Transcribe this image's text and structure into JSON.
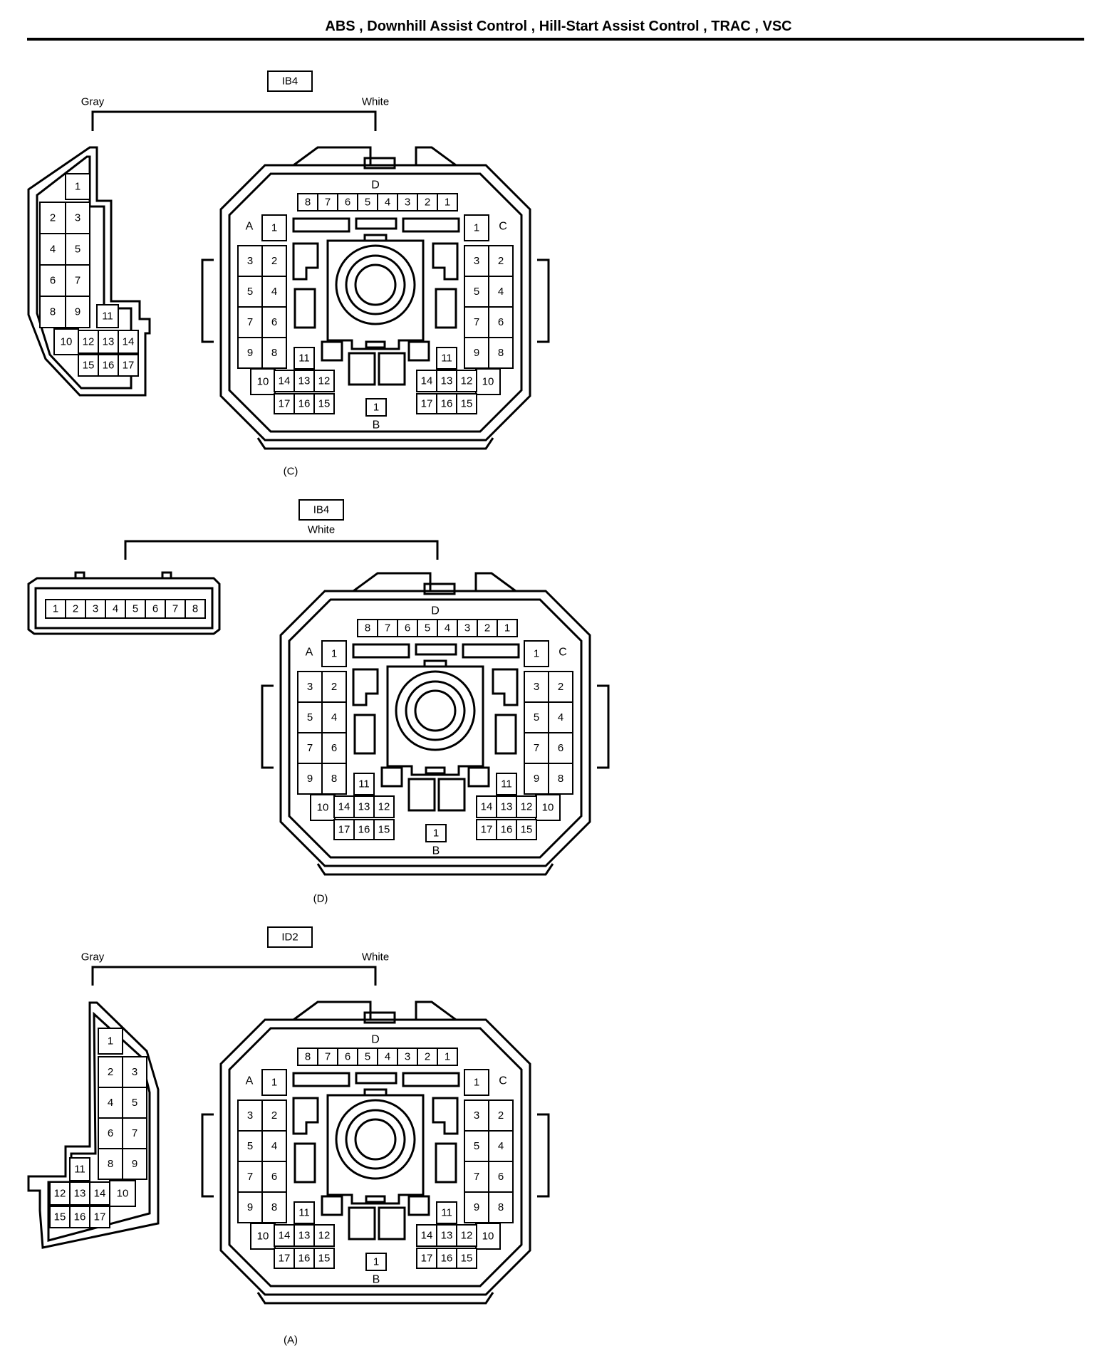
{
  "title": "ABS , Downhill Assist Control , Hill-Start Assist Control , TRAC , VSC",
  "connectors": [
    {
      "id": "C",
      "code": "IB4",
      "left_color": "Gray",
      "right_color": "White",
      "caption": "(C)",
      "mini": "left"
    },
    {
      "id": "D",
      "code": "IB4",
      "right_color": "White",
      "caption": "(D)",
      "mini": "strip"
    },
    {
      "id": "A",
      "code": "ID2",
      "left_color": "Gray",
      "right_color": "White",
      "caption": "(A)",
      "mini": "right"
    }
  ],
  "block_labels": {
    "a": "A",
    "b": "B",
    "c": "C",
    "d": "D"
  },
  "pins": {
    "d_row": [
      "8",
      "7",
      "6",
      "5",
      "4",
      "3",
      "2",
      "1"
    ],
    "ac_block": [
      "1",
      "2",
      "3",
      "4",
      "5",
      "6",
      "7",
      "8",
      "9",
      "10",
      "11",
      "12",
      "13",
      "14",
      "15",
      "16",
      "17"
    ],
    "b": "1",
    "mini_block": [
      "1",
      "2",
      "3",
      "4",
      "5",
      "6",
      "7",
      "8",
      "9",
      "10",
      "11",
      "12",
      "13",
      "14",
      "15",
      "16",
      "17"
    ],
    "strip": [
      "1",
      "2",
      "3",
      "4",
      "5",
      "6",
      "7",
      "8"
    ]
  }
}
